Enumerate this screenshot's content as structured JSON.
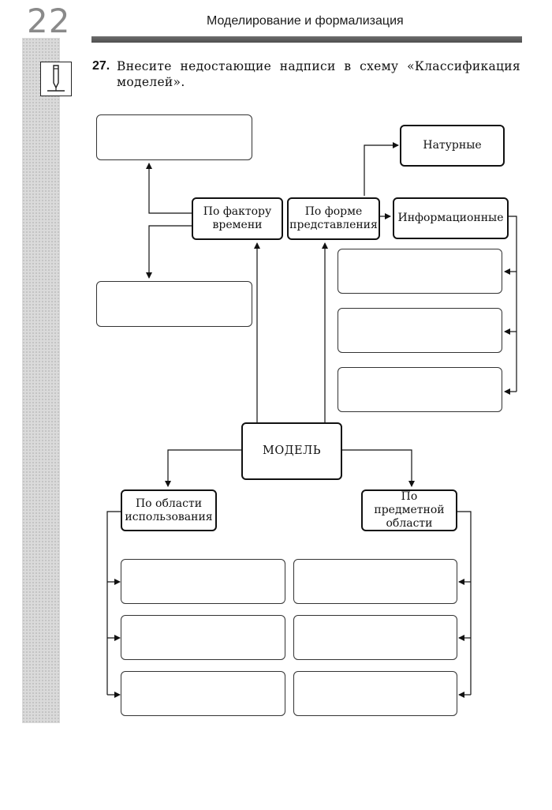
{
  "header": {
    "page_number": "22",
    "title": "Моделирование и формализация"
  },
  "task": {
    "number": "27.",
    "text": "Внесите недостающие надписи в схему «Классификация моделей»."
  },
  "diagram": {
    "root": "МОДЕЛЬ",
    "by_time": "По фактору времени",
    "by_form": "По форме представления",
    "natural": "Натурные",
    "informational": "Информационные",
    "by_usage": "По области использования",
    "by_subject": "По предметной области"
  }
}
